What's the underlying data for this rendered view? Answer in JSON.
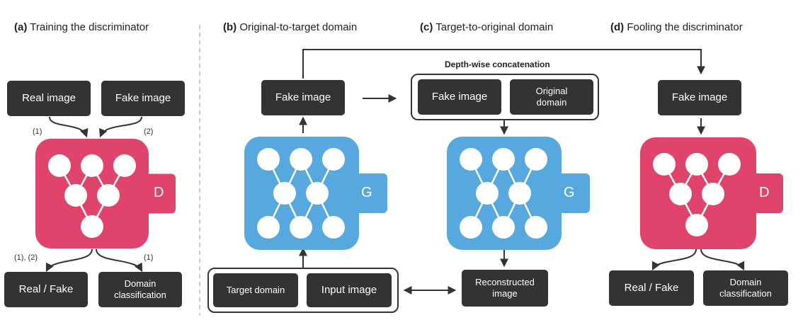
{
  "panels": {
    "a": {
      "letter": "(a)",
      "title": "Training the discriminator"
    },
    "b": {
      "letter": "(b)",
      "title": "Original-to-target domain"
    },
    "c": {
      "letter": "(c)",
      "title": "Target-to-original domain"
    },
    "d": {
      "letter": "(d)",
      "title": "Fooling the discriminator"
    }
  },
  "boxes": {
    "a_real_image": "Real image",
    "a_fake_image": "Fake image",
    "a_real_fake": "Real / Fake",
    "a_domain_classification": "Domain\nclassification",
    "b_fake_image": "Fake image",
    "b_target_domain": "Target domain",
    "b_input_image": "Input image",
    "c_fake_image": "Fake image",
    "c_original_domain": "Original\ndomain",
    "c_reconstructed_image": "Reconstructed\nimage",
    "d_fake_image": "Fake image",
    "d_real_fake": "Real / Fake",
    "d_domain_classification": "Domain\nclassification"
  },
  "labels": {
    "a_in_1": "(1)",
    "a_in_2": "(2)",
    "a_out_12": "(1), (2)",
    "a_out_1": "(1)",
    "concat": "Depth-wise concatenation"
  },
  "networks": {
    "discriminator": "D",
    "generator": "G"
  },
  "colors": {
    "discriminator": "#E0446A",
    "generator": "#56A8DF",
    "box": "#333333"
  }
}
